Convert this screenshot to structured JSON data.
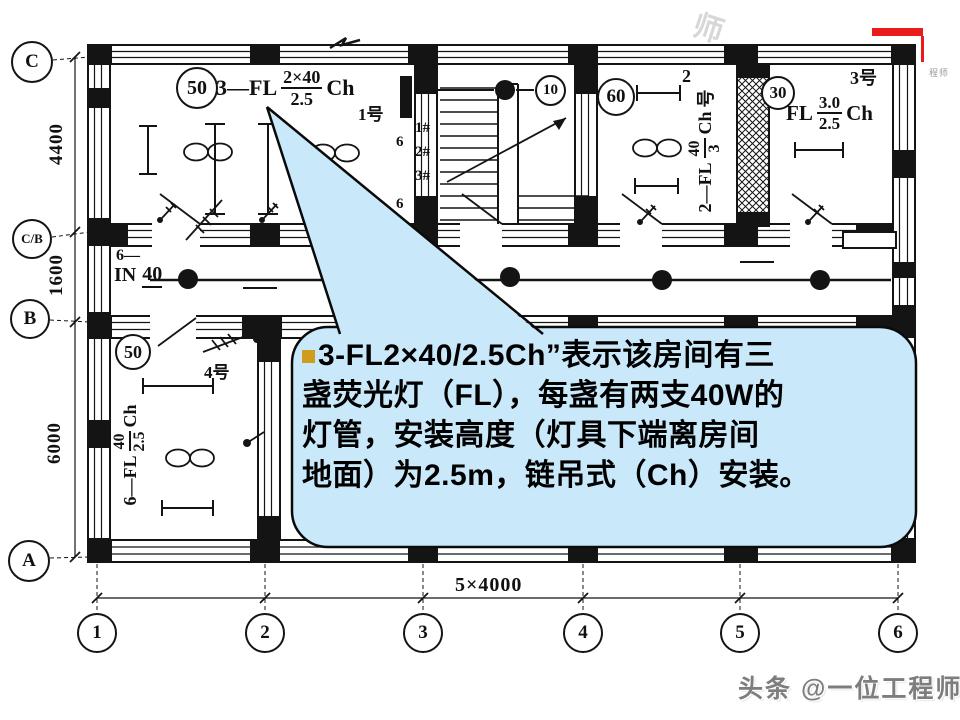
{
  "slide": {
    "callout": {
      "lines": [
        "3-FL2×40/2.5Ch”表示该房间有三",
        "盏荧光灯（FL），每盏有两支40W的",
        "灯管，安装高度（灯具下端离房间",
        "地面）为2.5m，链吊式（Ch）安装。"
      ]
    },
    "footer_credit": "头条 @一位工程师",
    "watermark_char": "师",
    "logo_caption": "程师"
  },
  "plan": {
    "axis_rows": [
      "C",
      "C/B",
      "B",
      "A"
    ],
    "axis_cols": [
      "1",
      "2",
      "3",
      "4",
      "5",
      "6"
    ],
    "dim_left": [
      "4400",
      "1600",
      "6000"
    ],
    "dim_bottom": "5×4000",
    "room1": {
      "circle": "50",
      "code": "3—FL",
      "num": "2×40",
      "den": "2.5",
      "suffix": "Ch",
      "tag": "1号"
    },
    "stair": {
      "circle": "10",
      "w1": "1#",
      "w2": "2#",
      "w3": "3#",
      "six_top": "6",
      "six_bottom": "6"
    },
    "room2": {
      "circle": "60",
      "tag": "2",
      "code": "2—FL",
      "num": "40",
      "den": "3",
      "suffix": "Ch",
      "tag2": "号"
    },
    "room3": {
      "circle": "30",
      "tag": "3号",
      "code": "FL",
      "num": "3.0",
      "den": "2.5",
      "suffix": "Ch"
    },
    "corridor": {
      "line1": "6—",
      "code": "IN",
      "num": "40"
    },
    "room4": {
      "circle": "50",
      "tag": "4号",
      "code": "6—FL",
      "num": "40",
      "den": "2.5",
      "suffix": "Ch"
    }
  },
  "colors": {
    "bubble_fill": "#c9e8fa",
    "bullet_gold": "#cf9d1e",
    "accent_red": "#e81c1c",
    "credit_gray": "#7d7d7d",
    "ink": "#141414"
  }
}
